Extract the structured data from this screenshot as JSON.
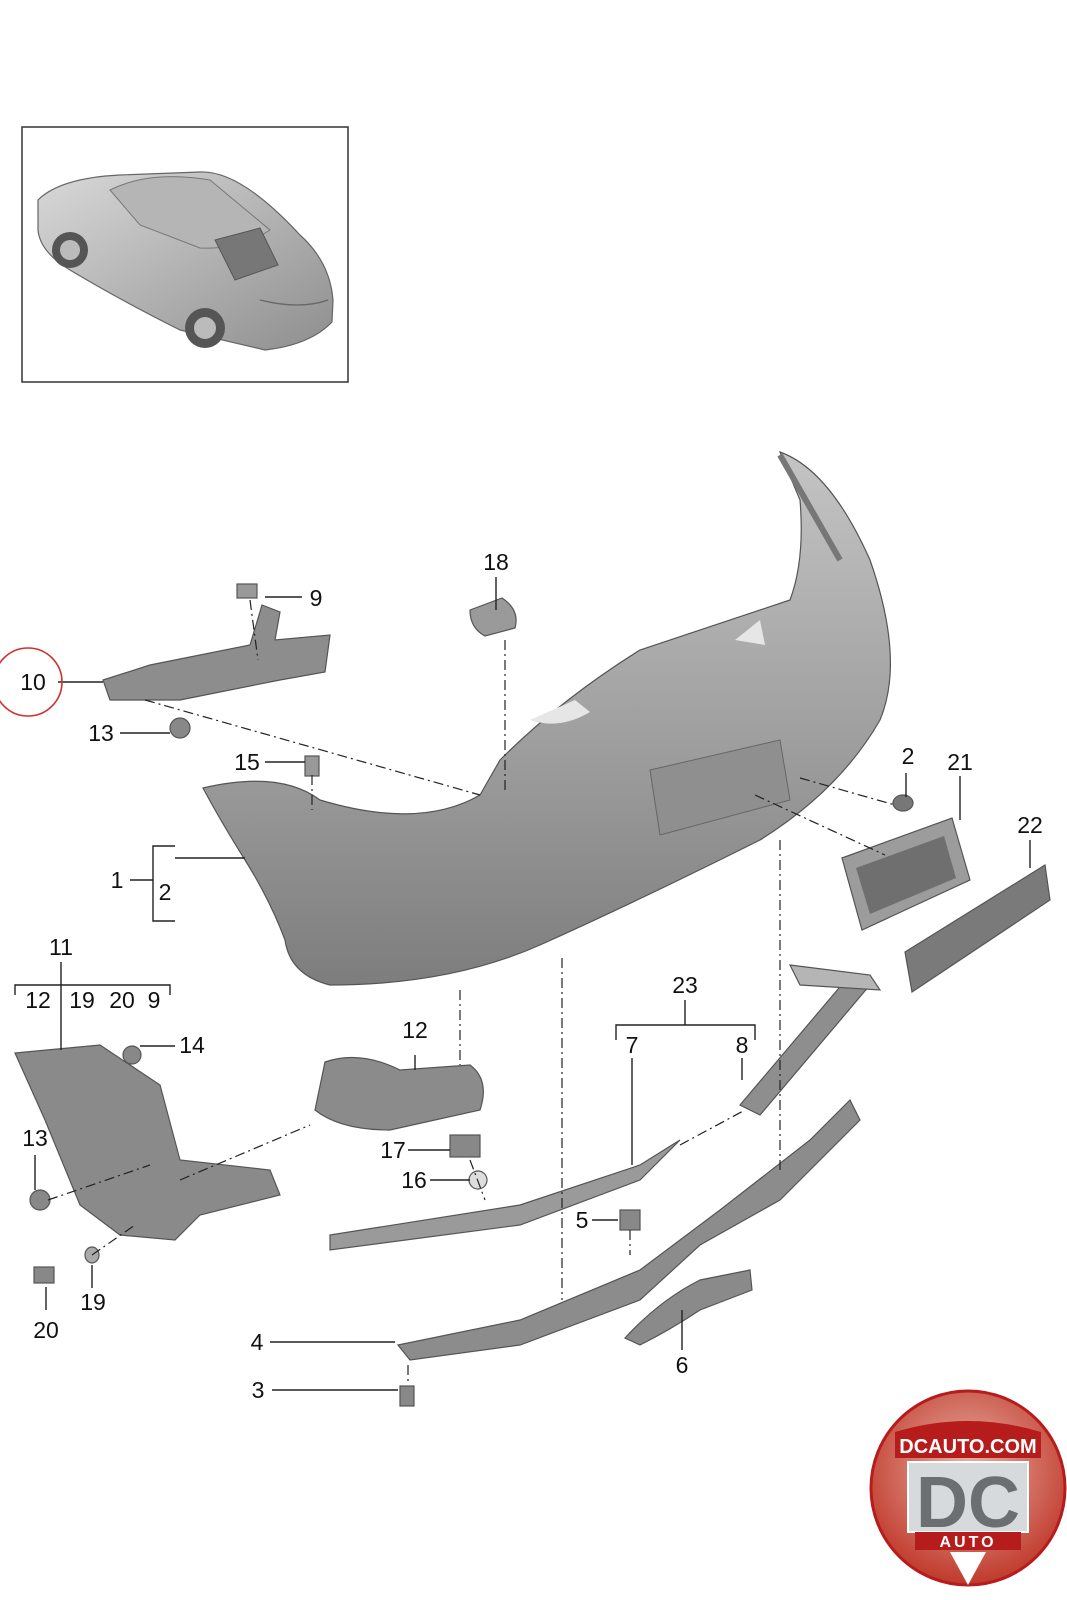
{
  "diagram": {
    "labels": {
      "l1": "1",
      "l2a": "2",
      "l2b": "2",
      "l3": "3",
      "l4": "4",
      "l5": "5",
      "l6": "6",
      "l7": "7",
      "l8": "8",
      "l9a": "9",
      "l9b": "9",
      "l10": "10",
      "l11": "11",
      "l12a": "12",
      "l12b": "12",
      "l13a": "13",
      "l13b": "13",
      "l14": "14",
      "l15": "15",
      "l16": "16",
      "l17": "17",
      "l18": "18",
      "l19a": "19",
      "l19b": "19",
      "l20a": "20",
      "l20b": "20",
      "l21": "21",
      "l22": "22",
      "l23": "23"
    },
    "highlight_color": "#d32f2f",
    "part_fill": "#a9a9a9",
    "part_fill_dark": "#8a8a8a"
  },
  "logo": {
    "site": "DCAUTO.COM",
    "letters": "DC",
    "word": "AUTO",
    "ring_color": "#b71c1c",
    "letters_color": "#6b6f72"
  }
}
